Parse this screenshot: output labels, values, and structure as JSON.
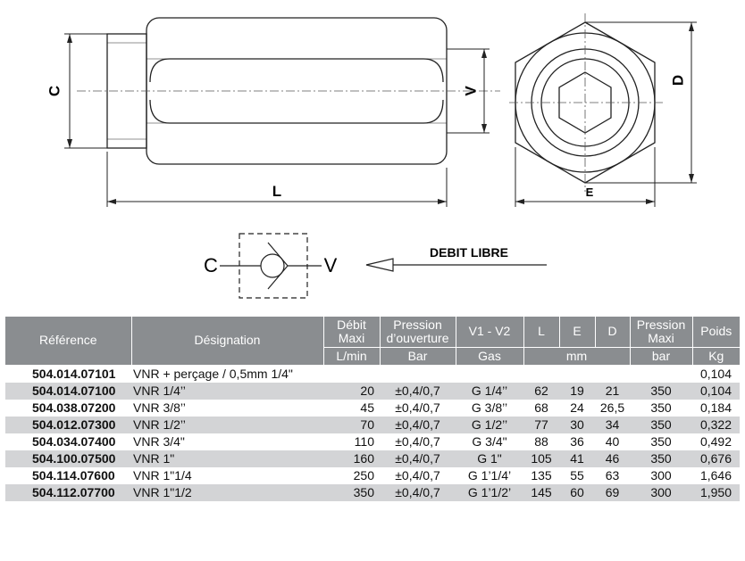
{
  "drawing": {
    "dim_c": "C",
    "dim_v": "V",
    "dim_l": "L",
    "dim_d": "D",
    "dim_e": "E",
    "port_c": "C",
    "port_v": "V",
    "flow_label": "DEBIT LIBRE"
  },
  "table": {
    "headers": {
      "reference": "Référence",
      "designation": "Désignation",
      "debit_l1": "Débit",
      "debit_l2": "Maxi",
      "pression_l1": "Pression",
      "pression_l2": "d’ouverture",
      "v1v2": "V1 - V2",
      "l": "L",
      "e": "E",
      "d": "D",
      "pmax_l1": "Pression",
      "pmax_l2": "Maxi",
      "poids": "Poids"
    },
    "units": {
      "debit": "L/min",
      "pression": "Bar",
      "v1v2": "Gas",
      "dims": "mm",
      "pmax": "bar",
      "poids": "Kg"
    },
    "rows": [
      {
        "ref": "504.014.07101",
        "des": "VNR + perçage / 0,5mm 1/4\"",
        "debit": "",
        "pression": "",
        "gas": "",
        "l": "",
        "e": "",
        "d": "",
        "pmax": "",
        "poids": "0,104"
      },
      {
        "ref": "504.014.07100",
        "des": "VNR 1/4’’",
        "debit": "20",
        "pression": "±0,4/0,7",
        "gas": "G 1/4’’",
        "l": "62",
        "e": "19",
        "d": "21",
        "pmax": "350",
        "poids": "0,104"
      },
      {
        "ref": "504.038.07200",
        "des": "VNR 3/8’’",
        "debit": "45",
        "pression": "±0,4/0,7",
        "gas": "G 3/8’’",
        "l": "68",
        "e": "24",
        "d": "26,5",
        "pmax": "350",
        "poids": "0,184"
      },
      {
        "ref": "504.012.07300",
        "des": "VNR 1/2’’",
        "debit": "70",
        "pression": "±0,4/0,7",
        "gas": "G 1/2’’",
        "l": "77",
        "e": "30",
        "d": "34",
        "pmax": "350",
        "poids": "0,322"
      },
      {
        "ref": "504.034.07400",
        "des": "VNR 3/4\"",
        "debit": "110",
        "pression": "±0,4/0,7",
        "gas": "G 3/4\"",
        "l": "88",
        "e": "36",
        "d": "40",
        "pmax": "350",
        "poids": "0,492"
      },
      {
        "ref": "504.100.07500",
        "des": "VNR 1\"",
        "debit": "160",
        "pression": "±0,4/0,7",
        "gas": "G 1\"",
        "l": "105",
        "e": "41",
        "d": "46",
        "pmax": "350",
        "poids": "0,676"
      },
      {
        "ref": "504.114.07600",
        "des": "VNR 1\"1/4",
        "debit": "250",
        "pression": "±0,4/0,7",
        "gas": "G 1’1/4’",
        "l": "135",
        "e": "55",
        "d": "63",
        "pmax": "300",
        "poids": "1,646"
      },
      {
        "ref": "504.112.07700",
        "des": "VNR 1\"1/2",
        "debit": "350",
        "pression": "±0,4/0,7",
        "gas": "G 1’1/2’",
        "l": "145",
        "e": "60",
        "d": "69",
        "pmax": "300",
        "poids": "1,950"
      }
    ]
  }
}
